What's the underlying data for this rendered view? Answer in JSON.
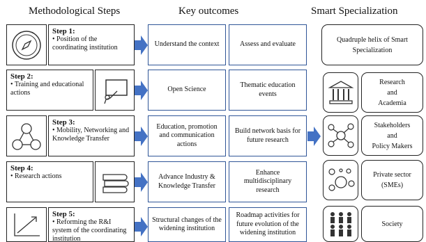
{
  "headers": {
    "steps": "Methodological Steps",
    "outcomes": "Key outcomes",
    "smart": "Smart Specialization"
  },
  "steps": [
    {
      "title": "Step 1:",
      "desc": "• Position of the coordinating institution",
      "icon": "compass-icon"
    },
    {
      "title": "Step 2:",
      "desc": "• Training and educational actions",
      "icon": "whiteboard-icon"
    },
    {
      "title": "Step 3:",
      "desc": "• Mobility, Networking and Knowledge Transfer",
      "icon": "network-people-icon"
    },
    {
      "title": "Step 4:",
      "desc": "• Research actions",
      "icon": "books-icon"
    },
    {
      "title": "Step 5:",
      "desc": "• Reforming the R&I system of the coordinating institution",
      "icon": "growth-chart-icon"
    }
  ],
  "outcomes": [
    [
      "Understand the context",
      "Assess and evaluate"
    ],
    [
      "Open Science",
      "Thematic education events"
    ],
    [
      "Education, promotion and communication actions",
      "Build network basis for future research"
    ],
    [
      "Advance Industry & Knowledge Transfer",
      "Enhance multidisciplinary research"
    ],
    [
      "Structural changes of the widening institution",
      "Roadmap activities for future evolution of the widening institution"
    ]
  ],
  "smart": {
    "helix": "Quadruple helix of Smart Specialization",
    "items": [
      {
        "label_lines": [
          "Research",
          "and",
          "Academia"
        ],
        "icon": "institution-building-icon"
      },
      {
        "label_lines": [
          "Stakeholders",
          "and",
          "Policy Makers"
        ],
        "icon": "network-icon"
      },
      {
        "label_lines": [
          "Private sector",
          "(SMEs)"
        ],
        "icon": "bubbles-icon"
      },
      {
        "label_lines": [
          "Society"
        ],
        "icon": "people-group-icon"
      }
    ]
  },
  "colors": {
    "arrow": "#4472c4",
    "outcome_border": "#2f5597"
  }
}
